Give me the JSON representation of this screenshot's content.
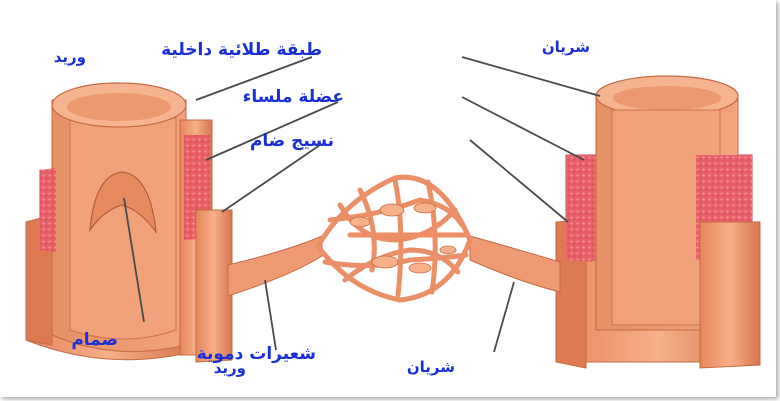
{
  "labels": {
    "vein_top": "وريد",
    "artery_top": "شريان",
    "inner_layer": "طبقة طلائية داخلية",
    "smooth_muscle": "عضلة ملساء",
    "connective_tissue": "نسيج ضام",
    "valve": "صمام",
    "vein_bottom": "وريد",
    "capillaries": "شعيرات دموية",
    "artery_bottom": "شريان"
  },
  "colors": {
    "tissue": "#f0956a",
    "tissue_dark": "#d4704a",
    "muscle": "#e85f60",
    "label_text": "#1a2fd6"
  }
}
